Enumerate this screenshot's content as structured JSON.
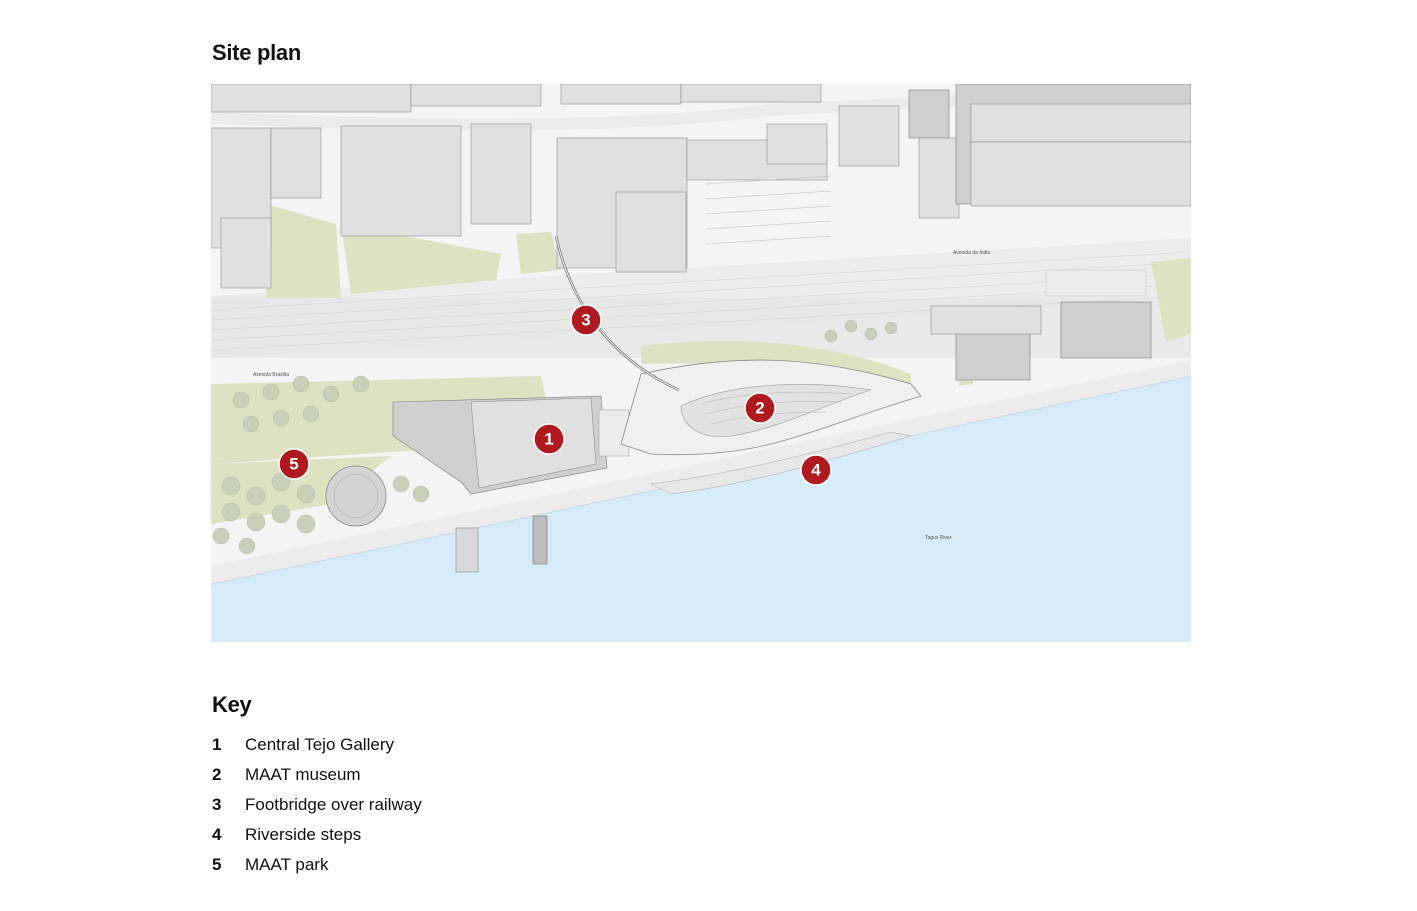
{
  "title": "Site plan",
  "map": {
    "streets": {
      "avenida_india": "Avenida da Índia",
      "avenida_brasilia": "Avenida Brasília",
      "river": "Tagus River"
    },
    "markers": [
      {
        "id": "1",
        "label": "1"
      },
      {
        "id": "2",
        "label": "2"
      },
      {
        "id": "3",
        "label": "3"
      },
      {
        "id": "4",
        "label": "4"
      },
      {
        "id": "5",
        "label": "5"
      }
    ],
    "colors": {
      "water": "#d5ebf8",
      "marker": "#b0191e",
      "green": "#dde3c2",
      "building": "#e0e0e0",
      "road": "#e9e9e9"
    }
  },
  "key": {
    "title": "Key",
    "items": [
      {
        "num": "1",
        "label": "Central Tejo Gallery"
      },
      {
        "num": "2",
        "label": "MAAT museum"
      },
      {
        "num": "3",
        "label": "Footbridge over railway"
      },
      {
        "num": "4",
        "label": "Riverside steps"
      },
      {
        "num": "5",
        "label": "MAAT park"
      }
    ]
  }
}
